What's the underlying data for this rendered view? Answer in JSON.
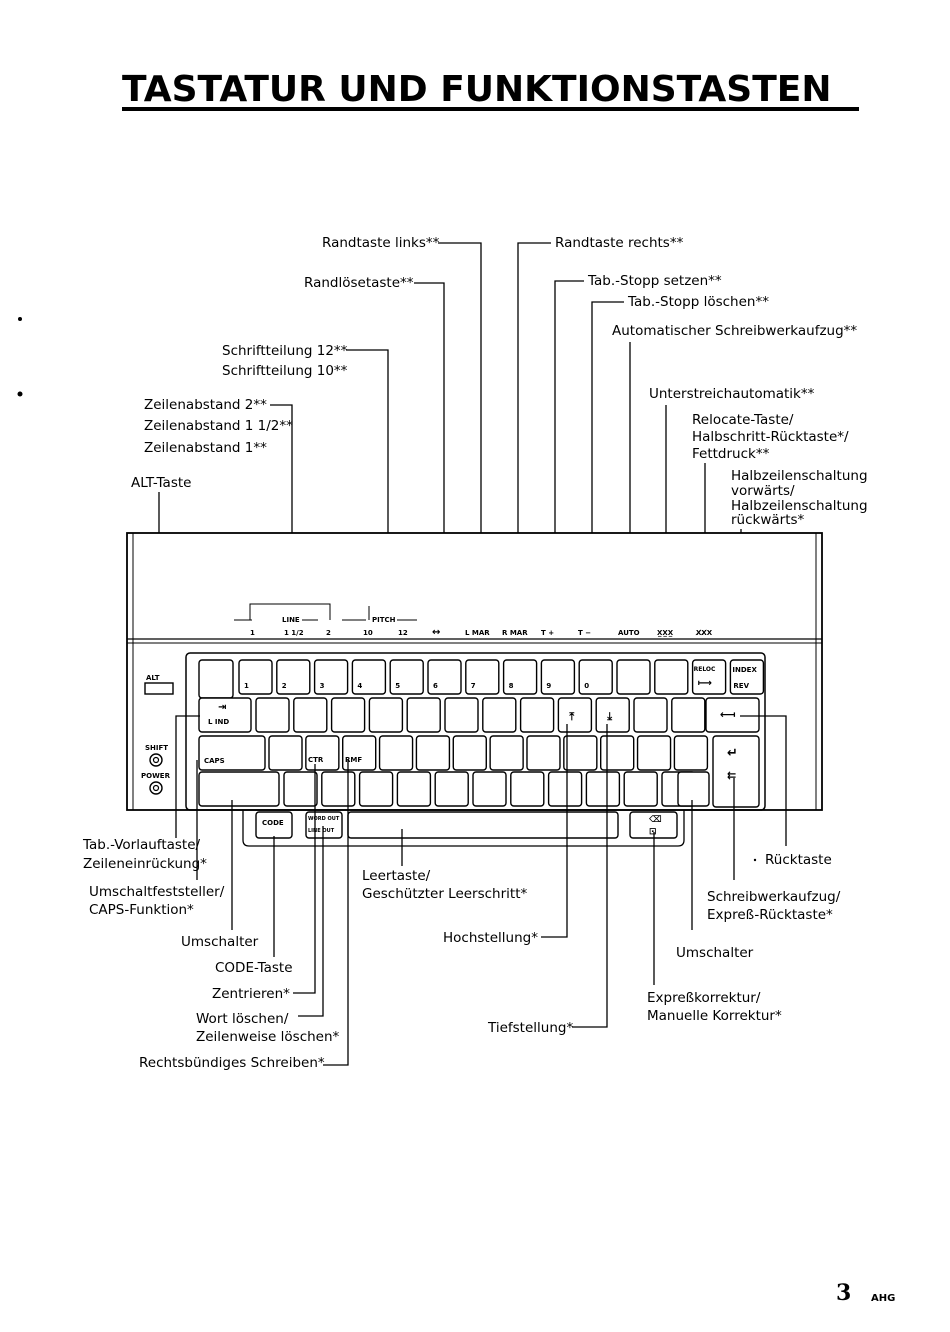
{
  "title": "TASTATUR UND FUNKTIONSTASTEN",
  "page_number": "3",
  "page_code": "AHG",
  "callouts": {
    "randtaste_links": "Randtaste links**",
    "randtaste_rechts": "Randtaste rechts**",
    "randloesetaste": "Randlösetaste**",
    "tab_stopp_setzen": "Tab.-Stopp setzen**",
    "tab_stopp_loeschen": "Tab.-Stopp löschen**",
    "auto_schreibwerkaufzug": "Automatischer Schreibwerkaufzug**",
    "schriftteilung_12": "Schriftteilung 12**",
    "schriftteilung_10": "Schriftteilung 10**",
    "zeilenabstand_2": "Zeilenabstand 2**",
    "zeilenabstand_1_5": "Zeilenabstand 1 1/2**",
    "zeilenabstand_1": "Zeilenabstand 1**",
    "unterstreichautomatik": "Unterstreichautomatik**",
    "relocate_1": "Relocate-Taste/",
    "relocate_2": "Halbschritt-Rücktaste*/",
    "relocate_3": "Fettdruck**",
    "halbzeilen_1": "Halbzeilenschaltung",
    "halbzeilen_2": "vorwärts/",
    "halbzeilen_3": "Halbzeilenschaltung",
    "halbzeilen_4": "rückwärts*",
    "alt_taste": "ALT-Taste",
    "tab_vorlauf_1": "Tab.-Vorlauftaste/",
    "tab_vorlauf_2": "Zeileneinrückung*",
    "umschaltfest_1": "Umschaltfeststeller/",
    "umschaltfest_2": "CAPS-Funktion*",
    "umschalter_left": "Umschalter",
    "code_taste": "CODE-Taste",
    "zentrieren": "Zentrieren*",
    "wort_loeschen_1": "Wort löschen/",
    "wort_loeschen_2": "Zeilenweise löschen*",
    "rechtsbuendig": "Rechtsbündiges Schreiben*",
    "leertaste_1": "Leertaste/",
    "leertaste_2": "Geschützter Leerschritt*",
    "hochstellung": "Hochstellung*",
    "tiefstellung": "Tiefstellung*",
    "ruecktaste": "Rücktaste",
    "schreibwerk_1": "Schreibwerkaufzug/",
    "schreibwerk_2": "Expreß-Rücktaste*",
    "umschalter_right": "Umschalter",
    "expresskorrektur_1": "Expreßkorrektur/",
    "expresskorrektur_2": "Manuelle Korrektur*"
  },
  "keyboard": {
    "panel_line": "LINE",
    "panel_pitch": "PITCH",
    "panel_line_nums": [
      "1",
      "1 1/2",
      "2"
    ],
    "panel_pitch_nums": [
      "10",
      "12"
    ],
    "panel_arrows": "↔",
    "panel_lmar": "L MAR",
    "panel_rmar": "R MAR",
    "panel_tplus": "T +",
    "panel_tminus": "T −",
    "panel_auto": "AUTO",
    "panel_xxx1": "X̲X̲X̲",
    "panel_xxx2": "X̸X̸X",
    "alt_key": "ALT",
    "shift_label": "SHIFT",
    "power_label": "POWER",
    "num_keys": [
      "1",
      "2",
      "3",
      "4",
      "5",
      "6",
      "7",
      "8",
      "9",
      "0"
    ],
    "reloc": "RELOC",
    "index": "INDEX",
    "rev": "REV",
    "lind": "L IND",
    "caps": "CAPS",
    "ctr": "CTR",
    "rmf": "RMF",
    "code": "CODE",
    "word_out": "WORD OUT",
    "line_out": "LINE OUT"
  }
}
